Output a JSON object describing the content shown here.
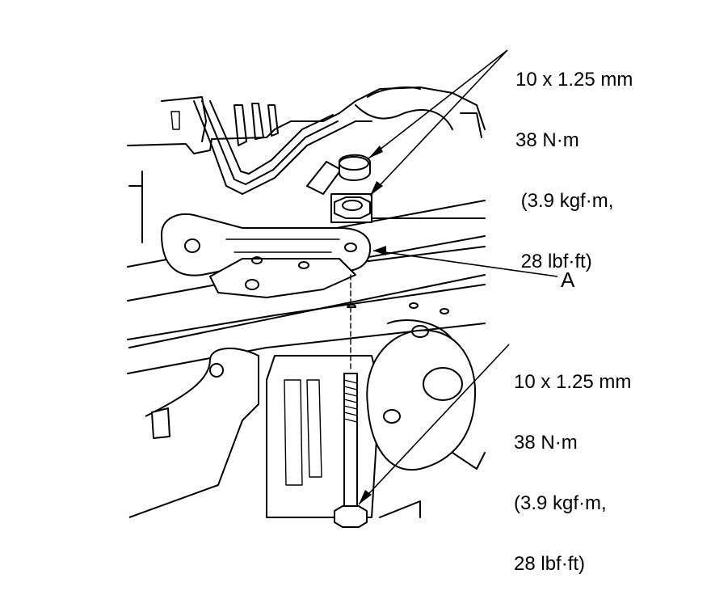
{
  "callouts": {
    "top": {
      "size": "10 x 1.25 mm",
      "torque_nm": "38 N·m",
      "torque_kgf": " (3.9 kgf·m,",
      "torque_lbf": " 28 lbf·ft)"
    },
    "bottom": {
      "size": "10 x 1.25 mm",
      "torque_nm": "38 N·m",
      "torque_kgf": "(3.9 kgf·m,",
      "torque_lbf": "28 lbf·ft)"
    }
  },
  "labels": {
    "part_a": "A"
  }
}
